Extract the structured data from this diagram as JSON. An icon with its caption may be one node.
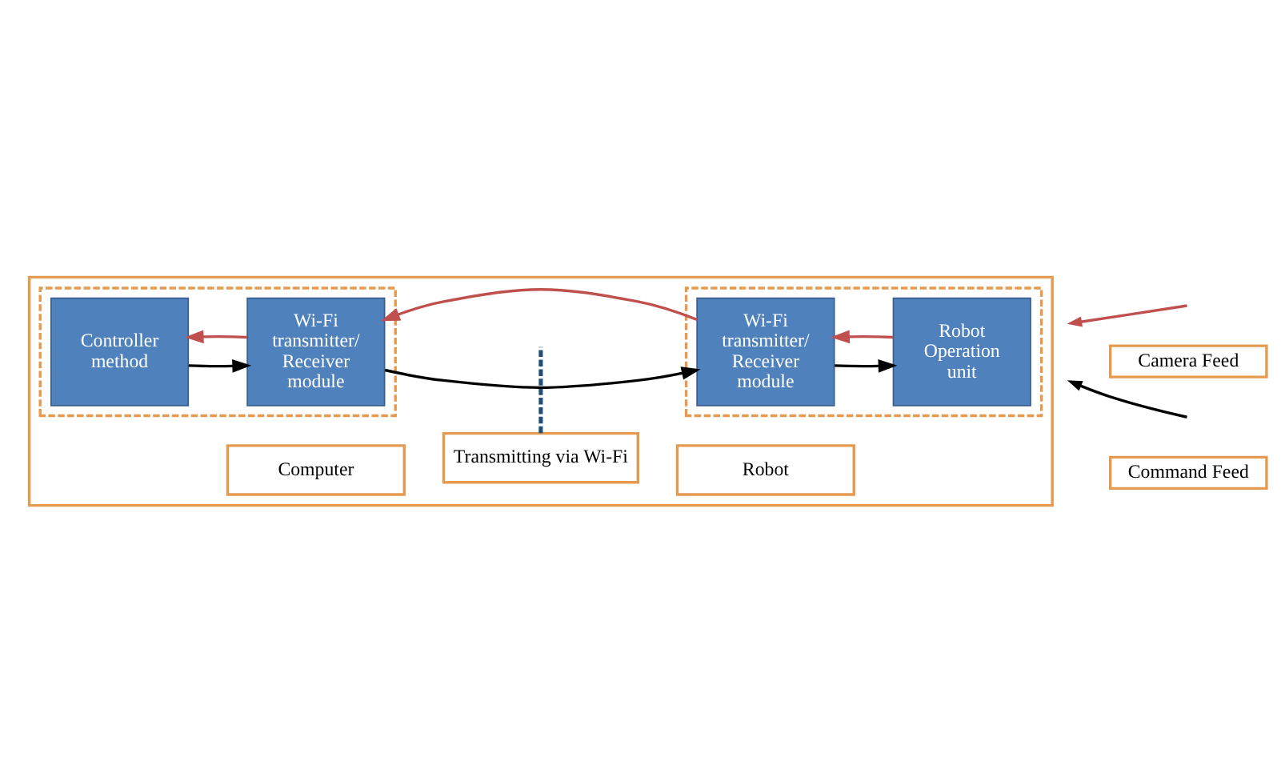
{
  "diagram": {
    "nodes": [
      {
        "text": [],
        "shape": "box"
      },
      {
        "text": [
          "Transmitting via Wi-Fi"
        ],
        "in": 0
      },
      {
        "text": [],
        "shape": "box",
        "in": 0
      },
      {
        "text": [
          "Controller method"
        ],
        "in": 2
      },
      {
        "text": [
          "Wi-Fi transmitter/ Receiver module"
        ],
        "in": 2
      },
      {
        "text": [],
        "shape": "box",
        "in": 0
      },
      {
        "text": [
          "Wi-Fi transmitter/ Receiver module"
        ],
        "in": 5
      },
      {
        "text": [
          "Robot Operation unit"
        ],
        "in": 5
      },
      {
        "text": [
          "Computer"
        ],
        "in": 0
      },
      {
        "text": [
          "Robot"
        ],
        "in": 0
      }
    ],
    "edges": [
      {
        "from": 3,
        "to": 4,
        "arrow": "to"
      },
      {
        "from": 4,
        "to": 3,
        "arrow": "to",
        "color": "#c0504d"
      },
      {
        "from": 4,
        "to": 6,
        "arrow": "to"
      },
      {
        "from": 6,
        "to": 4,
        "arrow": "to",
        "color": "#c0504d"
      },
      {
        "from": 6,
        "to": 7,
        "arrow": "to"
      },
      {
        "from": 7,
        "to": 6,
        "arrow": "to",
        "color": "#c0504d"
      },
      {
        "from": 1,
        "to": null,
        "arrow": "none",
        "style": "dashed",
        "color": "#1f4e79"
      }
    ],
    "legend": [
      {
        "text": "Camera Feed"
      },
      {
        "text": "Command Feed"
      }
    ]
  }
}
